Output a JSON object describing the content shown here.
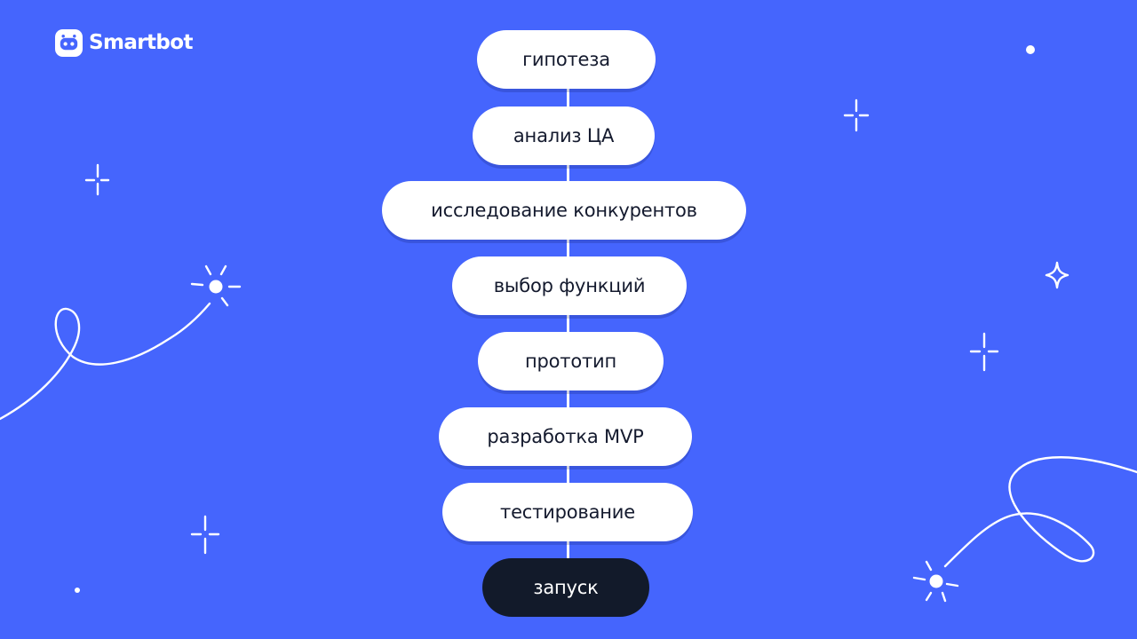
{
  "brand": {
    "name": "Smartbot"
  },
  "colors": {
    "background": "#4565fd",
    "card": "#ffffff",
    "card_text": "#141a2e",
    "final_card": "#121a2a",
    "final_text": "#ffffff",
    "line": "#ffffff"
  },
  "flow": {
    "steps": [
      {
        "label": "гипотеза"
      },
      {
        "label": "анализ ЦА"
      },
      {
        "label": "исследование конкурентов"
      },
      {
        "label": "выбор функций"
      },
      {
        "label": "прототип"
      },
      {
        "label": "разработка MVP"
      },
      {
        "label": "тестирование"
      },
      {
        "label": "запуск"
      }
    ]
  },
  "decorations": {
    "icons": [
      "sparkle-icon",
      "sun-icon",
      "dot-icon",
      "star-icon",
      "loop-curve-icon"
    ]
  }
}
